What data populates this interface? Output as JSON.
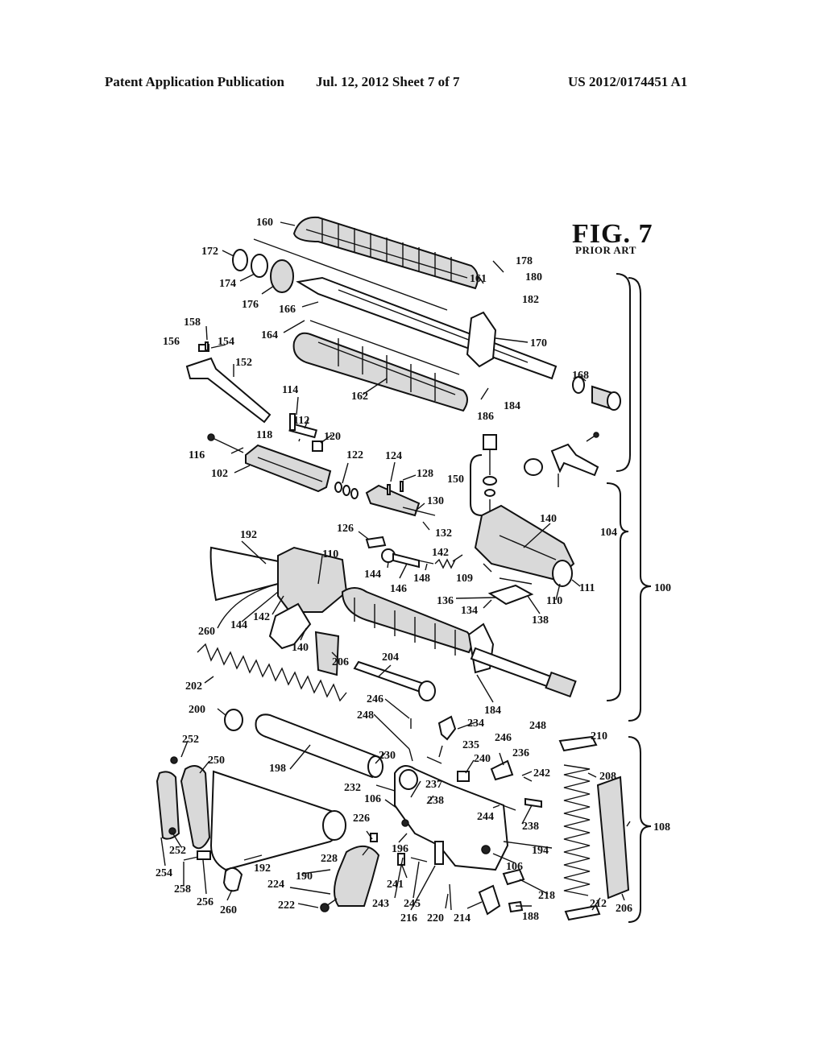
{
  "header": {
    "publication": "Patent Application Publication",
    "date_sheet": "Jul. 12, 2012   Sheet 7 of 7",
    "pub_number": "US 2012/0174451 A1"
  },
  "figure": {
    "title": "FIG. 7",
    "subtitle": "PRIOR ART"
  },
  "labels": {
    "l160": "160",
    "l161": "161",
    "l172": "172",
    "l174": "174",
    "l176": "176",
    "l166": "166",
    "l164": "164",
    "l170": "170",
    "l178": "178",
    "l180": "180",
    "l182": "182",
    "l168": "168",
    "l158": "158",
    "l156": "156",
    "l154": "154",
    "l152": "152",
    "l162": "162",
    "l184a": "184",
    "l186": "186",
    "l114": "114",
    "l112": "112",
    "l118": "118",
    "l120": "120",
    "l116": "116",
    "l102": "102",
    "l122": "122",
    "l124": "124",
    "l128": "128",
    "l130": "130",
    "l132": "132",
    "l126": "126",
    "l150": "150",
    "l140a": "140",
    "l104": "104",
    "l192a": "192",
    "l110a": "110",
    "l142a": "142",
    "l144a": "144",
    "l146": "146",
    "l148": "148",
    "l109": "109",
    "l111": "111",
    "l110b": "110",
    "l100": "100",
    "l136": "136",
    "l134": "134",
    "l138": "138",
    "l260a": "260",
    "l144b": "144",
    "l142b": "142",
    "l140b": "140",
    "l206a": "206",
    "l204": "204",
    "l184b": "184",
    "l202": "202",
    "l246a": "246",
    "l248a": "248",
    "l234": "234",
    "l200": "200",
    "l246b": "246",
    "l248b": "248",
    "l210": "210",
    "l252a": "252",
    "l250": "250",
    "l198": "198",
    "l230": "230",
    "l235": "235",
    "l240": "240",
    "l236": "236",
    "l242": "242",
    "l208": "208",
    "l232": "232",
    "l237": "237",
    "l106a": "106",
    "l238a": "238",
    "l244": "244",
    "l238b": "238",
    "l108": "108",
    "l226": "226",
    "l196": "196",
    "l194": "194",
    "l252b": "252",
    "l228": "228",
    "l106b": "106",
    "l254": "254",
    "l192b": "192",
    "l241": "241",
    "l218": "218",
    "l258": "258",
    "l190": "190",
    "l224": "224",
    "l243": "243",
    "l245": "245",
    "l256": "256",
    "l260b": "260",
    "l222": "222",
    "l216": "216",
    "l220": "220",
    "l214": "214",
    "l188": "188",
    "l212": "212",
    "l206b": "206"
  }
}
